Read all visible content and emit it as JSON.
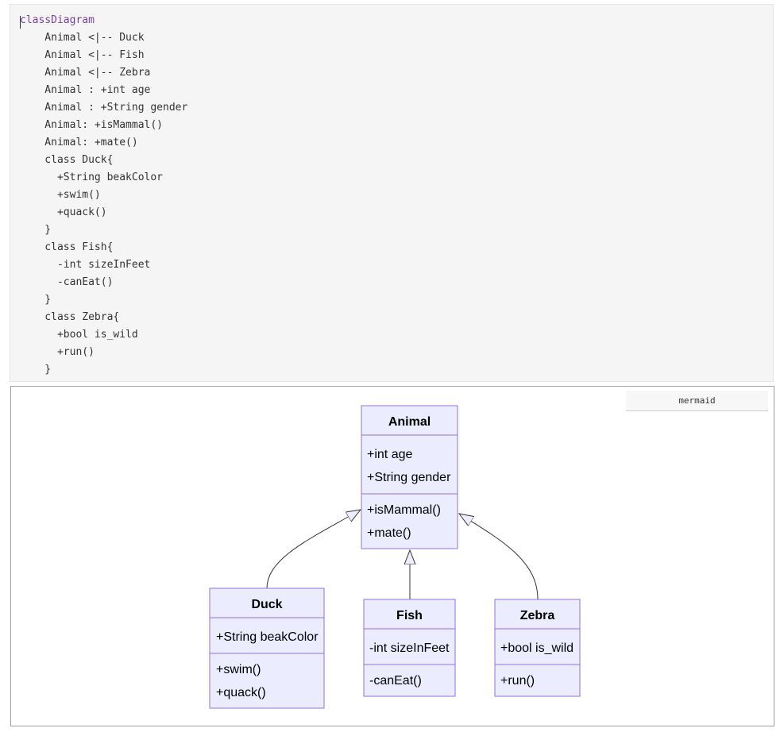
{
  "editor": {
    "lines": [
      "classDiagram",
      "    Animal <|-- Duck",
      "    Animal <|-- Fish",
      "    Animal <|-- Zebra",
      "    Animal : +int age",
      "    Animal : +String gender",
      "    Animal: +isMammal()",
      "    Animal: +mate()",
      "    class Duck{",
      "      +String beakColor",
      "      +swim()",
      "      +quack()",
      "    }",
      "    class Fish{",
      "      -int sizeInFeet",
      "      -canEat()",
      "    }",
      "    class Zebra{",
      "      +bool is_wild",
      "      +run()",
      "    }"
    ]
  },
  "preview": {
    "badge": "mermaid"
  },
  "diagram": {
    "colors": {
      "fill": "#ECECFF",
      "stroke": "#9370DB",
      "edge": "#333333"
    },
    "classes": {
      "animal": {
        "name": "Animal",
        "attributes": [
          "+int age",
          "+String gender"
        ],
        "methods": [
          "+isMammal()",
          "+mate()"
        ]
      },
      "duck": {
        "name": "Duck",
        "attributes": [
          "+String beakColor"
        ],
        "methods": [
          "+swim()",
          "+quack()"
        ]
      },
      "fish": {
        "name": "Fish",
        "attributes": [
          "-int sizeInFeet"
        ],
        "methods": [
          "-canEat()"
        ]
      },
      "zebra": {
        "name": "Zebra",
        "attributes": [
          "+bool is_wild"
        ],
        "methods": [
          "+run()"
        ]
      }
    }
  }
}
